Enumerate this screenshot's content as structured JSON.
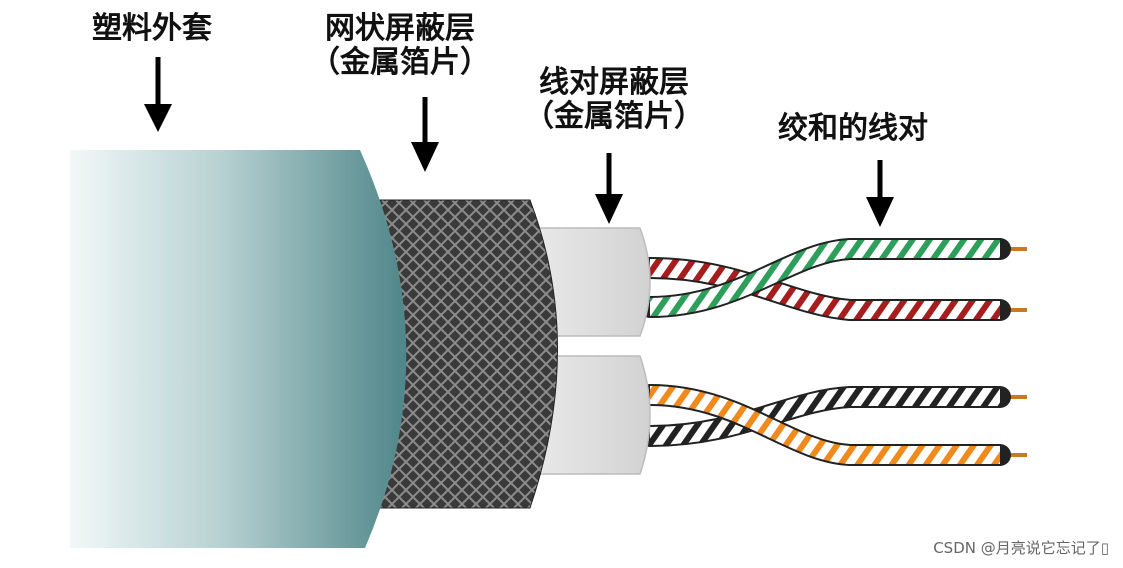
{
  "labels": {
    "outer_jacket": "塑料外套",
    "braid_shield_line1": "网状屏蔽层",
    "braid_shield_line2": "（金属箔片）",
    "pair_shield_line1": "线对屏蔽层",
    "pair_shield_line2": "（金属箔片）",
    "twisted_pair": "绞和的线对"
  },
  "watermark": "CSDN @月亮说它忘记了▯",
  "colors": {
    "jacket_light": "#eef5f5",
    "jacket_dark": "#5b8f92",
    "braid": "#444444",
    "foil": "#dcdcdc",
    "pair1_a": "#a51d1d",
    "pair1_b": "#2e9e5b",
    "pair2_a": "#f08a1c",
    "pair2_b": "#222222",
    "copper": "#c9791f"
  }
}
